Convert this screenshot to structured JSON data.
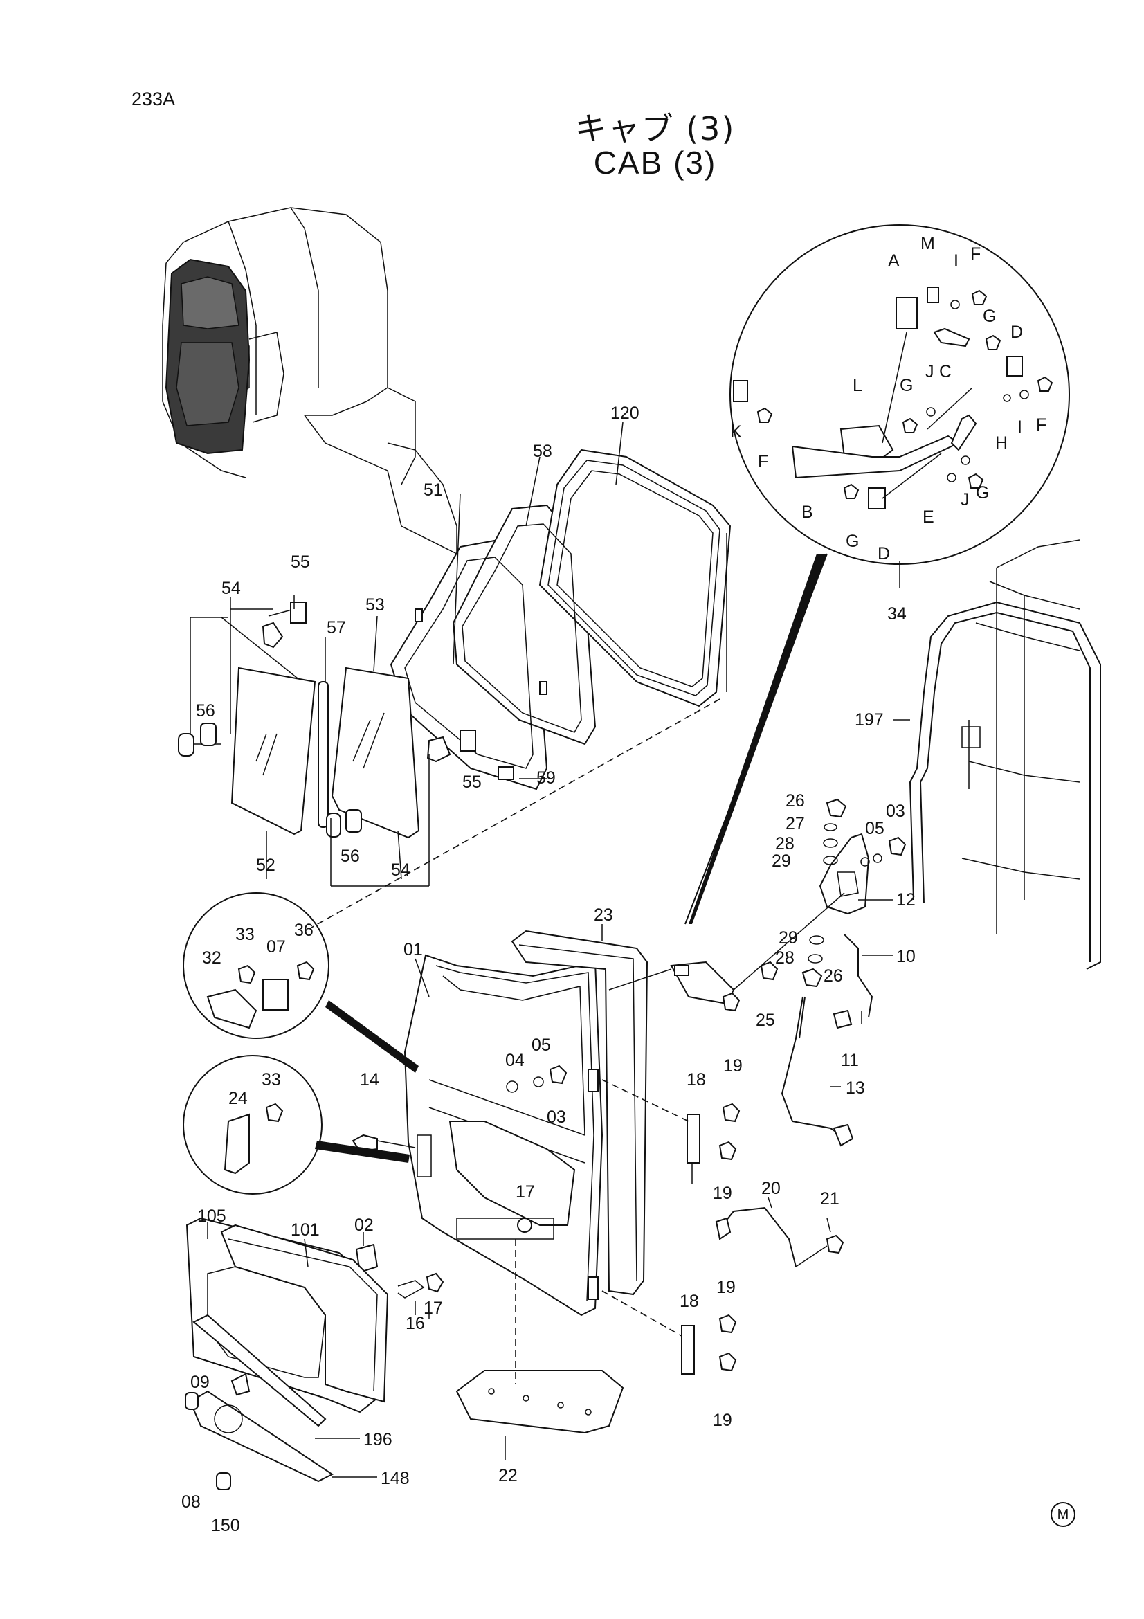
{
  "page_number": "233A",
  "title_jp": "キャブ (3)",
  "title_en": "CAB (3)",
  "corner_mark": "M",
  "labels": {
    "l01": "01",
    "l02": "02",
    "l03a": "03",
    "l03b": "03",
    "l04": "04",
    "l05a": "05",
    "l05b": "05",
    "l07": "07",
    "l08": "08",
    "l09": "09",
    "l10": "10",
    "l11": "11",
    "l12": "12",
    "l13": "13",
    "l14": "14",
    "l16": "16",
    "l17a": "17",
    "l17b": "17",
    "l18a": "18",
    "l18b": "18",
    "l19a": "19",
    "l19b": "19",
    "l19c": "19",
    "l19d": "19",
    "l20": "20",
    "l21": "21",
    "l22": "22",
    "l23": "23",
    "l24": "24",
    "l25": "25",
    "l26a": "26",
    "l26b": "26",
    "l27": "27",
    "l28a": "28",
    "l28b": "28",
    "l29a": "29",
    "l29b": "29",
    "l32": "32",
    "l33a": "33",
    "l33b": "33",
    "l34": "34",
    "l36": "36",
    "l51": "51",
    "l52": "52",
    "l53": "53",
    "l54a": "54",
    "l54b": "54",
    "l55a": "55",
    "l55b": "55",
    "l56a": "56",
    "l56b": "56",
    "l57": "57",
    "l58": "58",
    "l59": "59",
    "l101": "101",
    "l105": "105",
    "l120": "120",
    "l148": "148",
    "l150": "150",
    "l196": "196",
    "l197": "197",
    "dA": "A",
    "dB": "B",
    "dC": "C",
    "dD1": "D",
    "dD2": "D",
    "dE": "E",
    "dF1": "F",
    "dF2": "F",
    "dF3": "F",
    "dG1": "G",
    "dG2": "G",
    "dG3": "G",
    "dG4": "G",
    "dH": "H",
    "dI1": "I",
    "dI2": "I",
    "dJ1": "J",
    "dJ2": "J",
    "dK": "K",
    "dL": "L",
    "dM": "M"
  }
}
